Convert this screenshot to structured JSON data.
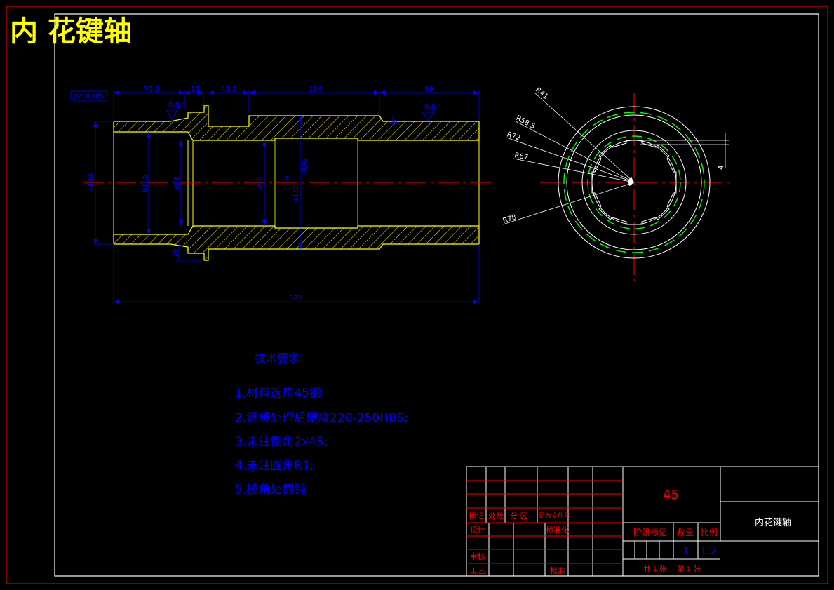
{
  "drawing": {
    "title": "内 花键轴",
    "colors": {
      "background": "#000000",
      "frame": "#ffffff",
      "outer_border": "#ff0000",
      "part": "#ffff00",
      "dimension": "#0000ff",
      "centerline": "#ff0000",
      "annotation": "#ffffff",
      "spline": "#00ff00",
      "title_block_text": "#ff0000"
    }
  },
  "side_view": {
    "dimensions": {
      "d76_5": "76.5",
      "d15": "15",
      "d43_5": "43.5",
      "d134": "134",
      "d99": "99",
      "d372": "372",
      "dia134": "ø134",
      "dia105": "ø105",
      "dia88": "ø88",
      "dia92": "ø92",
      "dia135": "ø135",
      "tol_0": "0",
      "tol_002": "-0.02",
      "d16": "16",
      "d8": "8"
    },
    "roughness_left": "0.8",
    "roughness_right": "0.8",
    "flatness_tol": "0.005"
  },
  "end_view": {
    "radii": {
      "r41": "R41",
      "r58_5": "R58.5",
      "r72": "R72",
      "r67": "R67",
      "r78": "R78"
    },
    "key_width": "4"
  },
  "tech_requirements": {
    "heading": "技术要求:",
    "items": [
      "1.材料选用45钢;",
      "2.调质处理后硬度220-250HBS;",
      "3.未注倒角2x45;",
      "4.未注圆角R1;",
      "5.棱角处倒钝"
    ]
  },
  "title_block": {
    "material": "45",
    "part_name": "内花键轴",
    "labels": {
      "mark": "标记",
      "count": "处数",
      "zone": "分 区",
      "change_doc": "更改文件号",
      "design": "设计",
      "standardize": "标准化",
      "stage_mark": "阶段标记",
      "quantity": "数量",
      "scale": "比例",
      "review": "审核",
      "process": "工艺",
      "approve": "批准"
    },
    "quantity_value": "1",
    "scale_value": "1:2",
    "total_sheets_label": "共",
    "total_sheets": "1",
    "sheet_unit": "张",
    "sheet_label": "第",
    "sheet_no": "1",
    "sheet_unit2": "张"
  }
}
